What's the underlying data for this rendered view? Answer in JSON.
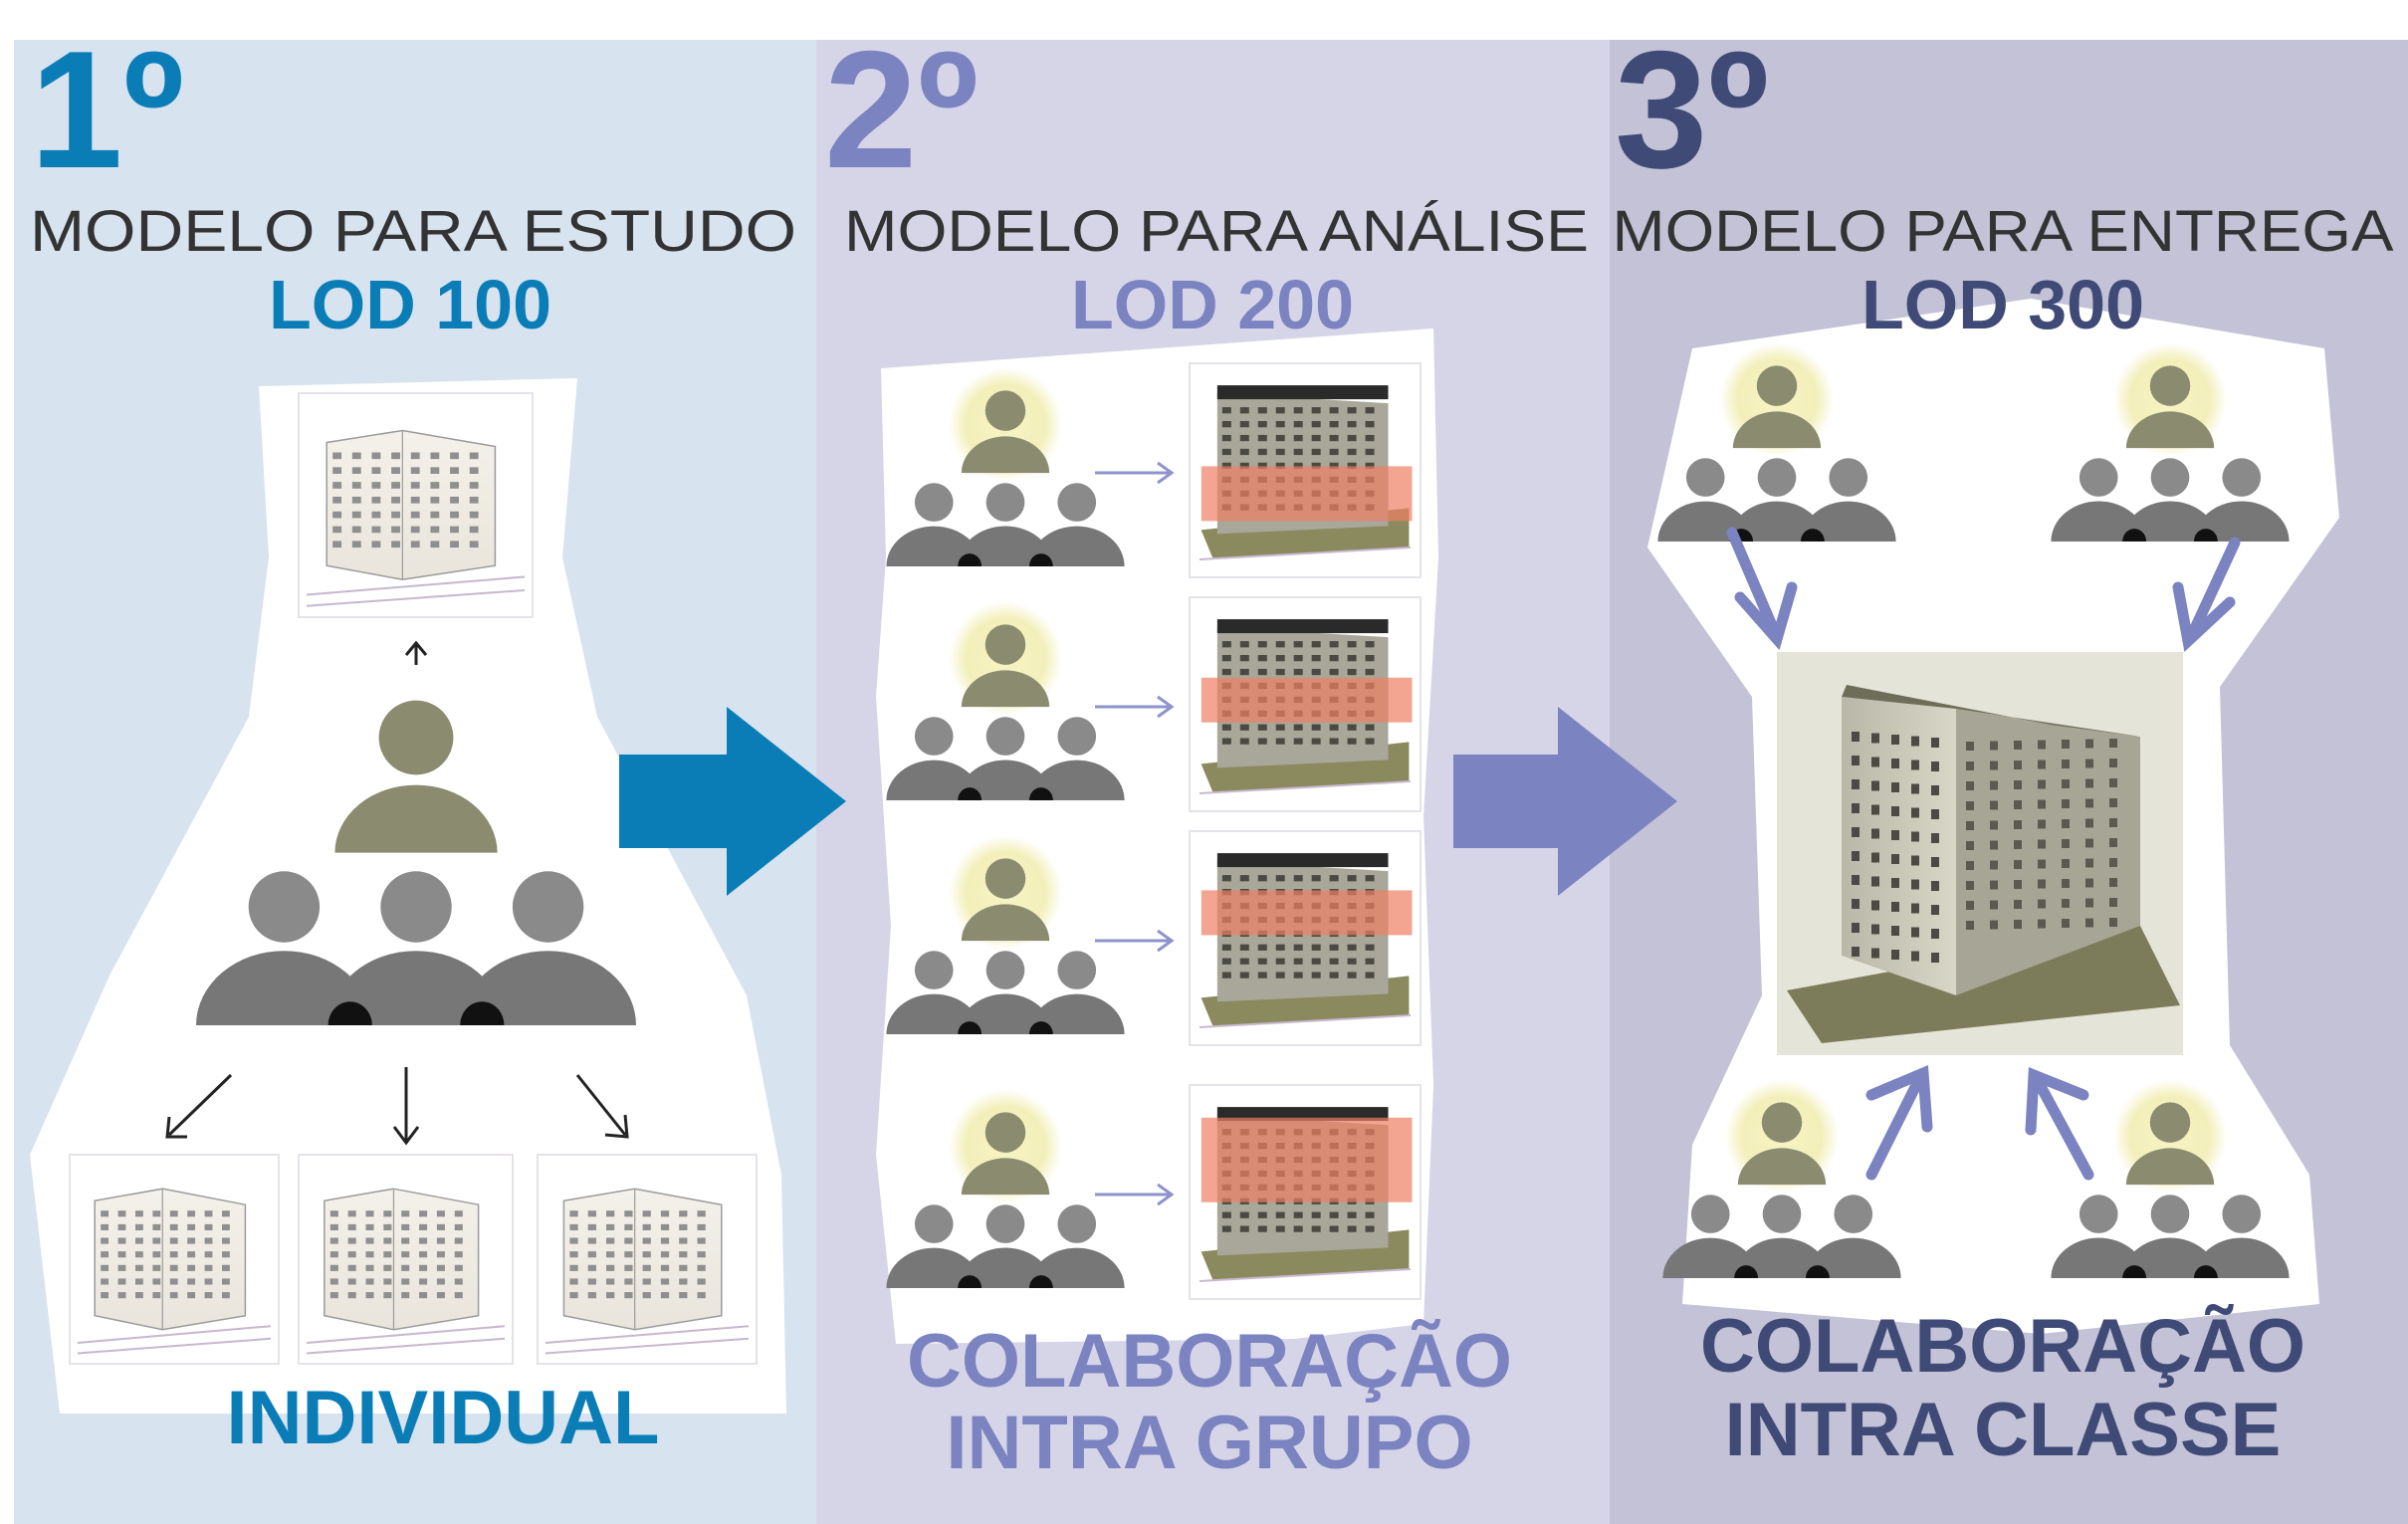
{
  "colors": {
    "panel1": "#d7e3ef",
    "panel2": "#d7d6e7",
    "panel3": "#c2c1d5",
    "stage1": "#0a7db7",
    "stage2": "#7b83c0",
    "stage3": "#3f4a77",
    "body_text": "#333333",
    "person": "#8a8a8a",
    "leader": "#8b8b70",
    "glow": "#f3f0bf"
  },
  "stages": [
    {
      "number": "1º",
      "subtitle": "MODELO PARA ESTUDO",
      "lod": "LOD 100",
      "caption_lines": [
        "INDIVIDUAL"
      ]
    },
    {
      "number": "2º",
      "subtitle": "MODELO PARA ANÁLISE",
      "lod": "LOD 200",
      "caption_lines": [
        "COLABORAÇÃO",
        "INTRA GRUPO"
      ]
    },
    {
      "number": "3º",
      "subtitle": "MODELO PARA ENTREGA",
      "lod": "LOD 300",
      "caption_lines": [
        "COLABORAÇÃO",
        "INTRA CLASSE"
      ]
    }
  ],
  "icons": {
    "building": "building-icon",
    "team": "team-icon",
    "stage_arrow": "arrow-right-icon"
  }
}
